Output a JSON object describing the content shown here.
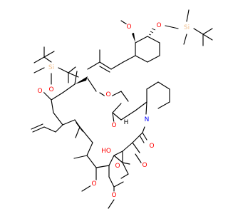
{
  "molecule": {
    "colors": {
      "bond": "#000000",
      "oxygen": "#ff0000",
      "nitrogen": "#0000ff",
      "silicon": "#f0c090",
      "hydrogen": "#000000"
    },
    "atom_labels": {
      "si_top": "Si",
      "o_tbs_top": "O",
      "o_ome_top": "O",
      "si_left": "Si",
      "o_tbs_left": "O",
      "o_ketone_upper": "O",
      "o_ester_ring": "O",
      "o_ester_carbonyl": "O",
      "n_pipecolate": "N",
      "o_amide": "O",
      "o_diketone": "O",
      "o_hemiketal_h": "HO",
      "h_pipecolate": "H",
      "o_pyran": "O",
      "o_ome_lower_left": "O",
      "o_ome_lower_right": "O"
    }
  }
}
